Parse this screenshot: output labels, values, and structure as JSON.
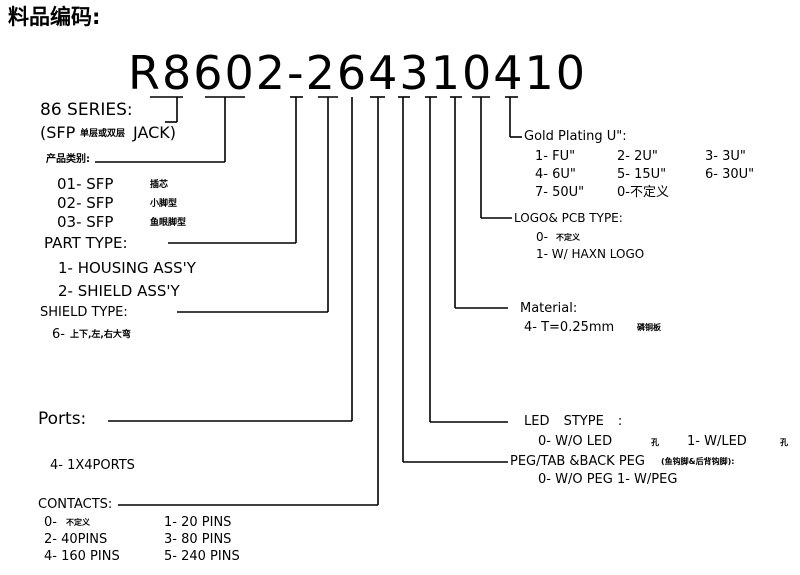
{
  "title": "料品编码:",
  "part_number": "R8602-264310410",
  "series": {
    "line1": "86 SERIES:",
    "line2_a": "(SFP",
    "line2_cn": "单层或双层",
    "line2_b": "JACK)"
  },
  "category": {
    "label": "产品类别:",
    "items": [
      {
        "code": "01- SFP",
        "note": "插芯"
      },
      {
        "code": "02- SFP",
        "note": "小脚型"
      },
      {
        "code": "03- SFP",
        "note": "鱼眼脚型"
      }
    ]
  },
  "part_type": {
    "label": "PART TYPE:",
    "items": [
      "1- HOUSING ASS'Y",
      "2- SHIELD ASS'Y"
    ]
  },
  "shield_type": {
    "label": "SHIELD TYPE:",
    "item_code": "6-",
    "item_note": "上下,左,右大弯"
  },
  "ports": {
    "label": "Ports:",
    "item": "4- 1X4PORTS"
  },
  "contacts": {
    "label": "CONTACTS:",
    "items": [
      {
        "code": "0-",
        "note": "不定义"
      },
      {
        "code": "1- 20 PINS"
      },
      {
        "code": "2- 40PINS"
      },
      {
        "code": "3- 80 PINS"
      },
      {
        "code": "4- 160 PINS"
      },
      {
        "code": "5- 240 PINS"
      }
    ]
  },
  "gold_plating": {
    "label": "Gold Plating U\":",
    "items": [
      "1- FU\"",
      "2- 2U\"",
      "3- 3U\"",
      "4- 6U\"",
      "5- 15U\"",
      "6- 30U\"",
      "7- 50U\"",
      "0-不定义"
    ]
  },
  "logo_pcb": {
    "label": "LOGO& PCB TYPE:",
    "item0_code": "0-",
    "item0_note": "不定义",
    "item1": "1- W/ HAXN LOGO"
  },
  "material": {
    "label": "Material:",
    "item_code": "4- T=0.25mm",
    "item_note": "磷铜板"
  },
  "led": {
    "label": "LED STYPE :",
    "item0_code": "0- W/O LED",
    "item1_code": "1- W/LED",
    "hole": "孔"
  },
  "peg": {
    "label": "PEG/TAB &BACK PEG",
    "label_note": "(鱼钩脚&后背钩脚):",
    "items": "0- W/O PEG 1- W/PEG"
  }
}
